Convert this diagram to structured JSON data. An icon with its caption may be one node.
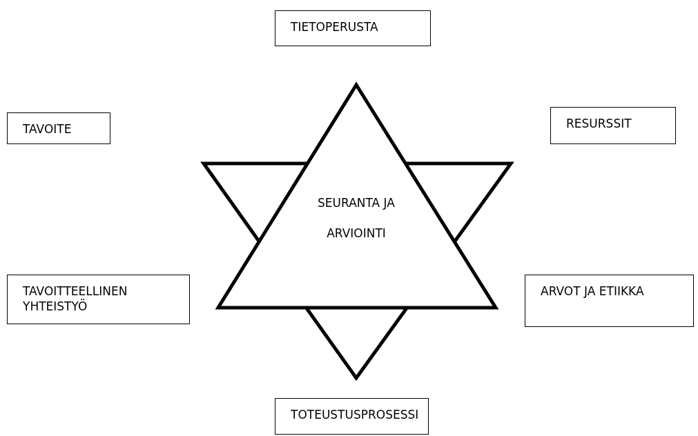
{
  "diagram": {
    "nodes": [
      {
        "text": [
          "TIETOPERUSTA"
        ]
      },
      {
        "text": [
          "TAVOITE"
        ]
      },
      {
        "text": [
          "RESURSSIT"
        ]
      },
      {
        "text": [
          "SEURANTA JA ARVIOINTI"
        ]
      },
      {
        "text": [
          "TAVOITTEELLINEN YHTEISTYÖ"
        ]
      },
      {
        "text": [
          "ARVOT JA ETIIKKA"
        ]
      },
      {
        "text": [
          "TOTEUSTUSPROSESSI"
        ]
      }
    ]
  }
}
